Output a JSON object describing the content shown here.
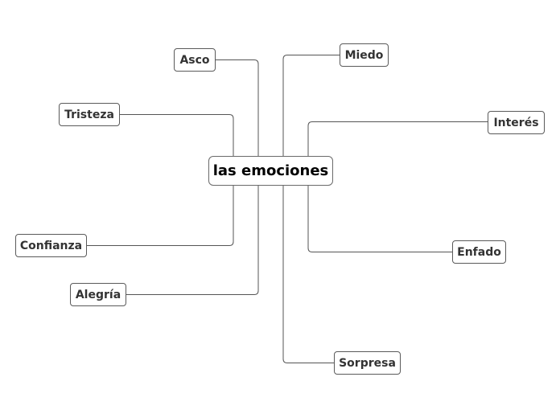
{
  "diagram": {
    "type": "mind-map",
    "central": "las emociones",
    "branches": [
      {
        "id": "asco",
        "label": "Asco"
      },
      {
        "id": "tristeza",
        "label": "Tristeza"
      },
      {
        "id": "confianza",
        "label": "Confianza"
      },
      {
        "id": "alegria",
        "label": "Alegría"
      },
      {
        "id": "miedo",
        "label": "Miedo"
      },
      {
        "id": "interes",
        "label": "Interés"
      },
      {
        "id": "enfado",
        "label": "Enfado"
      },
      {
        "id": "sorpresa",
        "label": "Sorpresa"
      }
    ],
    "colors": {
      "line": "#555555",
      "node_border": "#5a5a5a",
      "text": "#333333",
      "central_text": "#000000"
    }
  }
}
